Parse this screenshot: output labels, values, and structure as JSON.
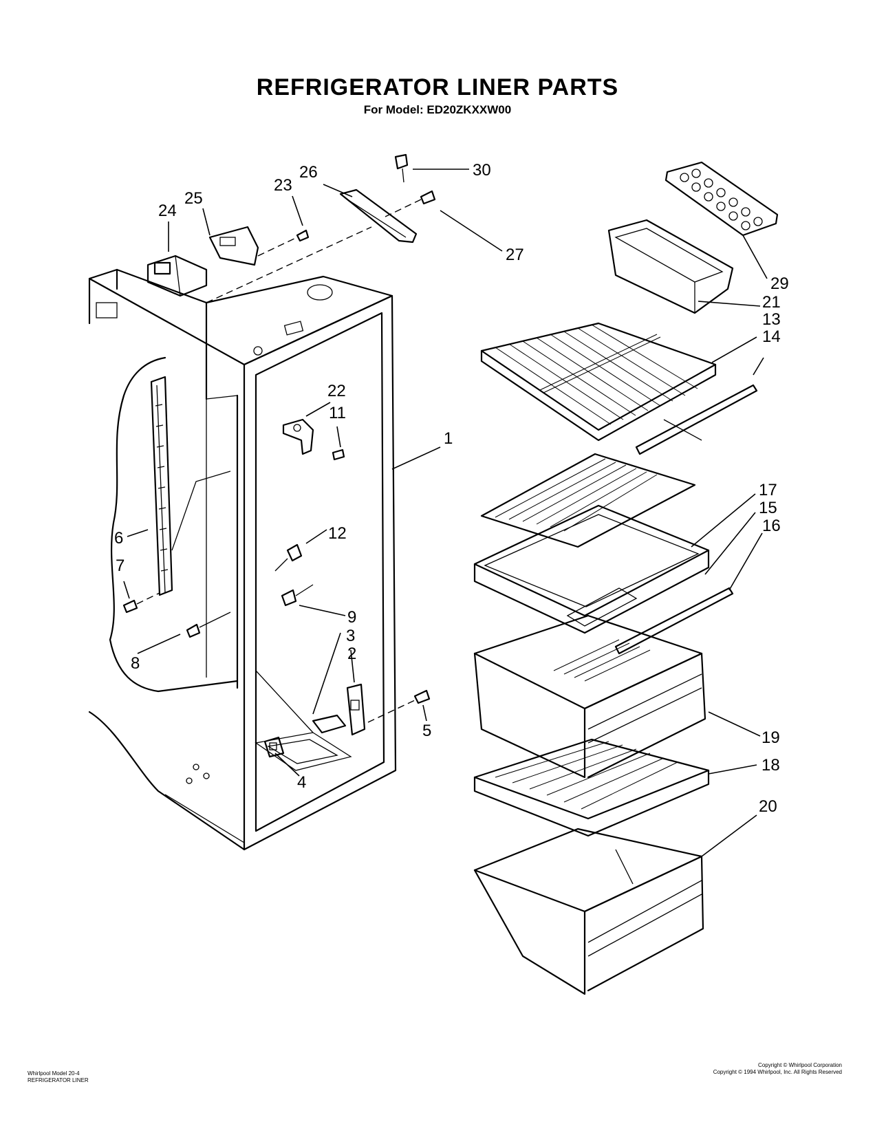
{
  "header": {
    "title": "REFRIGERATOR LINER PARTS",
    "subtitle": "For Model: ED20ZKXXW00"
  },
  "callouts": [
    "1",
    "2",
    "3",
    "4",
    "5",
    "6",
    "7",
    "8",
    "9",
    "11",
    "12",
    "13",
    "14",
    "15",
    "16",
    "17",
    "18",
    "19",
    "20",
    "21",
    "22",
    "23",
    "24",
    "25",
    "26",
    "27",
    "29",
    "30"
  ],
  "footer": {
    "left_line1": "Whirlpool Model 20-4",
    "left_line2": "REFRIGERATOR LINER",
    "right_line1": "Copyright © Whirlpool Corporation",
    "right_line2": "Copyright © 1994 Whirlpool, Inc. All Rights Reserved"
  }
}
